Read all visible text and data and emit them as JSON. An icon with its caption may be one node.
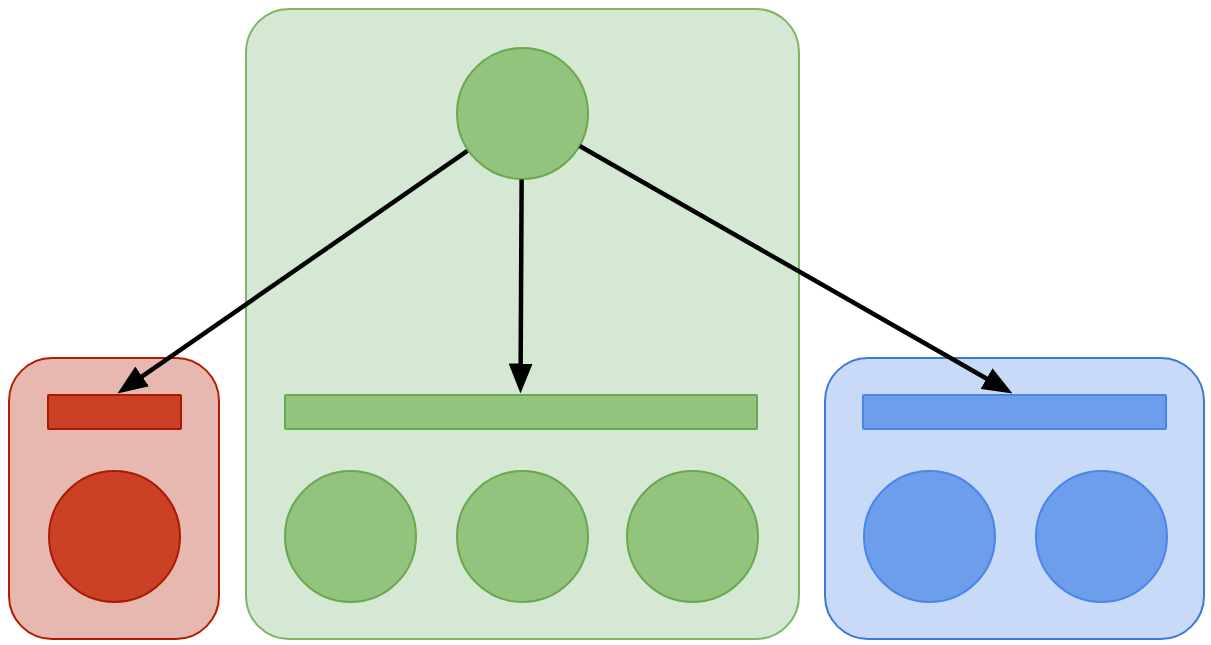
{
  "diagram": {
    "nodes": [
      {
        "text": [],
        "shape": "box"
      },
      {
        "text": [],
        "shape": "bar",
        "in": 0
      },
      {
        "text": [],
        "shape": "circle",
        "in": 0
      },
      {
        "text": [],
        "shape": "box"
      },
      {
        "text": [],
        "shape": "circle",
        "in": 3
      },
      {
        "text": [],
        "shape": "bar",
        "in": 3
      },
      {
        "text": [],
        "shape": "circle",
        "in": 3
      },
      {
        "text": [],
        "shape": "circle",
        "in": 3
      },
      {
        "text": [],
        "shape": "circle",
        "in": 3
      },
      {
        "text": [],
        "shape": "box"
      },
      {
        "text": [],
        "shape": "bar",
        "in": 9
      },
      {
        "text": [],
        "shape": "circle",
        "in": 9
      },
      {
        "text": [],
        "shape": "circle",
        "in": 9
      }
    ],
    "edges": [
      {
        "from": 4,
        "to": 1,
        "arrow": "to"
      },
      {
        "from": 4,
        "to": 5,
        "arrow": "to"
      },
      {
        "from": 4,
        "to": 10,
        "arrow": "to"
      }
    ]
  }
}
